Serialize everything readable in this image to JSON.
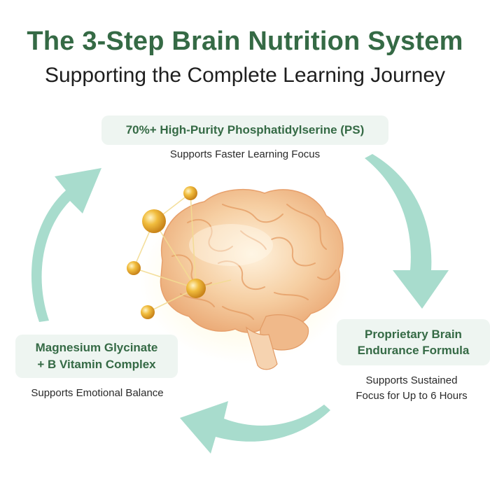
{
  "header": {
    "title": "The 3-Step Brain Nutrition System",
    "subtitle": "Supporting the Complete Learning Journey"
  },
  "steps": [
    {
      "name_lines": [
        "70%+ High-Purity Phosphatidylserine (PS)"
      ],
      "description_lines": [
        "Supports Faster Learning Focus"
      ]
    },
    {
      "name_lines": [
        "Proprietary Brain",
        "Endurance Formula"
      ],
      "description_lines": [
        "Supports Sustained",
        "Focus for Up to 6 Hours"
      ]
    },
    {
      "name_lines": [
        "Magnesium Glycinate",
        "+ B Vitamin Complex"
      ],
      "description_lines": [
        "Supports Emotional Balance"
      ]
    }
  ],
  "icons": {
    "center": "brain-icon",
    "molecules": "molecule-icon",
    "cycle": "curved-arrow-icon"
  },
  "colors": {
    "title": "#356a45",
    "subtitle": "#1e1e1e",
    "pill_bg": "#eef5f1",
    "pill_text": "#356a45",
    "desc_text": "#2a2a2a",
    "arrow": "#a8dccd",
    "brain": "#f4c79c",
    "molecule": "#e5a52a"
  }
}
